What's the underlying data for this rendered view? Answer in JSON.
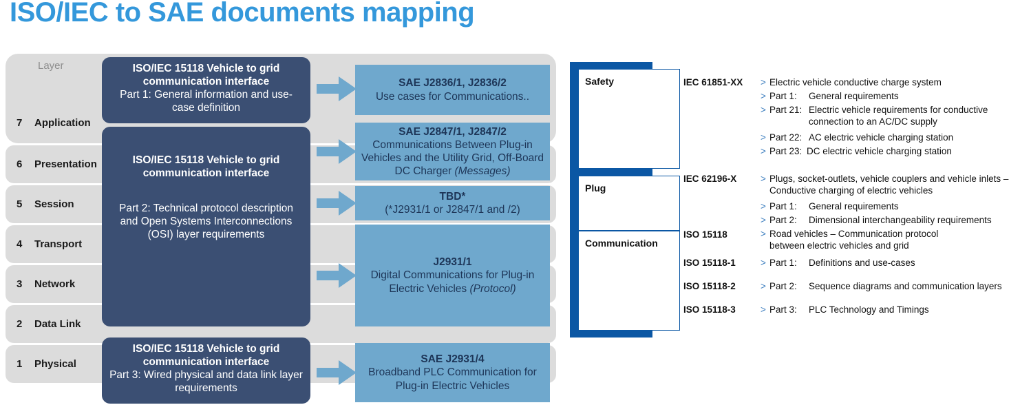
{
  "title": "ISO/IEC to SAE documents mapping",
  "colors": {
    "title_blue": "#3498db",
    "navy_box": "#3b4f73",
    "sae_blue": "#6fa8cd",
    "band_gray": "#dcdcdc",
    "panel_blue": "#0b57a4",
    "arrow_blue": "#6fa8cd"
  },
  "osi": {
    "header_label": "Layer",
    "layers": [
      {
        "num": "7",
        "name": "Application"
      },
      {
        "num": "6",
        "name": "Presentation"
      },
      {
        "num": "5",
        "name": "Session"
      },
      {
        "num": "4",
        "name": "Transport"
      },
      {
        "num": "3",
        "name": "Network"
      },
      {
        "num": "2",
        "name": "Data Link"
      },
      {
        "num": "1",
        "name": "Physical"
      }
    ],
    "iso_boxes": [
      {
        "header": "ISO/IEC 15118 Vehicle to grid communication interface",
        "body": "Part 1: General information and use-case definition"
      },
      {
        "header": "ISO/IEC 15118 Vehicle to grid communication interface",
        "body": "Part 2: Technical protocol description and Open Systems Interconnections (OSI) layer requirements"
      },
      {
        "header": "ISO/IEC 15118 Vehicle to grid communication interface",
        "body": "Part 3: Wired physical and data link layer requirements"
      }
    ],
    "sae_boxes": [
      {
        "header": "SAE J2836/1, J2836/2",
        "body": "Use cases for Communications..",
        "italic": ""
      },
      {
        "header": "SAE J2847/1, J2847/2",
        "body": "Communications Between Plug-in Vehicles and the Utility Grid, Off-Board DC Charger ",
        "italic": "(Messages)"
      },
      {
        "header": "TBD*",
        "body": "(*J2931/1 or J2847/1 and /2)",
        "italic": ""
      },
      {
        "header": "J2931/1",
        "body": "Digital Communications for Plug-in Electric Vehicles ",
        "italic": "(Protocol)"
      },
      {
        "header": "SAE J2931/4",
        "body": "Broadband PLC Communication for Plug-in Electric Vehicles",
        "italic": ""
      }
    ]
  },
  "panel": {
    "categories": [
      {
        "label": "Safety"
      },
      {
        "label": "Plug"
      },
      {
        "label": "Communication"
      }
    ],
    "standards": [
      {
        "code": "IEC 61851-XX"
      },
      {
        "code": "IEC 62196-X"
      },
      {
        "code": "ISO 15118"
      },
      {
        "code": "ISO 15118-1"
      },
      {
        "code": "ISO 15118-2"
      },
      {
        "code": "ISO 15118-3"
      }
    ],
    "bullets": [
      {
        "marker": ">",
        "part": "",
        "text": "Electric vehicle conductive charge system",
        "cont": ""
      },
      {
        "marker": ">",
        "part": "Part 1:",
        "text": "General requirements",
        "cont": ""
      },
      {
        "marker": ">",
        "part": "Part 21:",
        "text": "Electric vehicle requirements for conductive",
        "cont": "connection to an AC/DC supply"
      },
      {
        "marker": ">",
        "part": "Part 22:",
        "text": "AC electric vehicle charging station",
        "cont": ""
      },
      {
        "marker": ">",
        "part": "Part 23:",
        "text": "DC electric vehicle charging station",
        "cont": ""
      },
      {
        "marker": ">",
        "part": "",
        "text": "Plugs, socket-outlets, vehicle couplers and vehicle inlets –",
        "cont": "Conductive charging of electric vehicles"
      },
      {
        "marker": ">",
        "part": "Part 1:",
        "text": "General requirements",
        "cont": ""
      },
      {
        "marker": ">",
        "part": "Part 2:",
        "text": "Dimensional interchangeability requirements",
        "cont": ""
      },
      {
        "marker": ">",
        "part": "",
        "text": "Road vehicles – Communication protocol",
        "cont": "between electric vehicles and grid"
      },
      {
        "marker": ">",
        "part": "Part 1:",
        "text": "Definitions and use-cases",
        "cont": ""
      },
      {
        "marker": ">",
        "part": "Part 2:",
        "text": "Sequence diagrams and communication layers",
        "cont": ""
      },
      {
        "marker": ">",
        "part": "Part 3:",
        "text": "PLC Technology and Timings",
        "cont": ""
      }
    ]
  }
}
